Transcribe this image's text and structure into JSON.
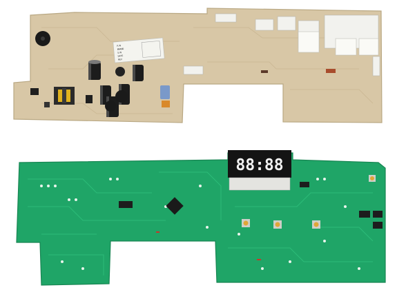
{
  "image": {
    "subject": "two printed circuit boards",
    "background_color": "#ffffff"
  },
  "top_board": {
    "substrate_color": "#d8c7a6",
    "sticker_lines": [
      "P/N",
      "BRAND",
      "S/N",
      "DATE",
      "REV"
    ]
  },
  "bottom_board": {
    "substrate_color": "#1fa567",
    "display_digits": "88:88",
    "display_color": "#141414",
    "button_count": 4
  }
}
